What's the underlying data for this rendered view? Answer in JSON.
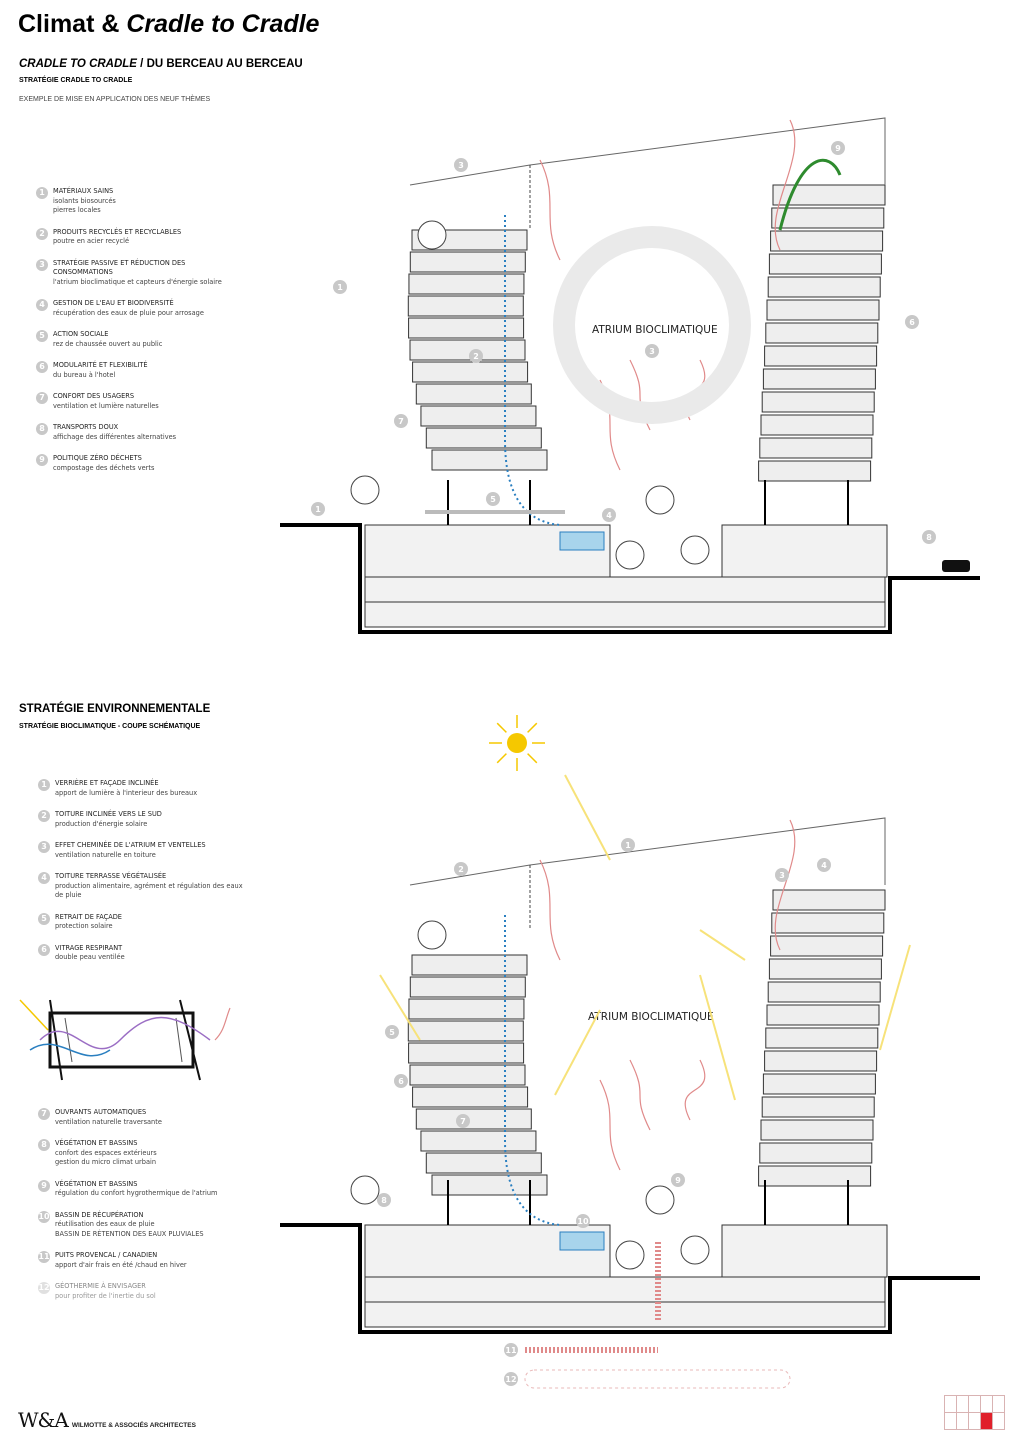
{
  "header": {
    "title_plain": "Climat &",
    "title_italic": "Cradle to Cradle",
    "subtitle_italic": "CRADLE TO CRADLE",
    "subtitle_rest": " / DU BERCEAU AU BERCEAU",
    "section1_label": "STRATÉGIE CRADLE TO CRADLE",
    "section1_note": "EXEMPLE DE MISE EN APPLICATION DES NEUF THÈMES"
  },
  "section1": {
    "legend": [
      {
        "n": "1",
        "title": "Matériaux sains",
        "desc": "isolants biosourcés\npierres locales"
      },
      {
        "n": "2",
        "title": "Produits recyclés et recyclables",
        "desc": "poutre en acier recyclé"
      },
      {
        "n": "3",
        "title": "Stratégie passive et réduction des consommations",
        "desc": "l'atrium bioclimatique et capteurs d'énergie solaire"
      },
      {
        "n": "4",
        "title": "Gestion de l'eau et biodiversité",
        "desc": "récupération des eaux de pluie pour arrosage"
      },
      {
        "n": "5",
        "title": "Action sociale",
        "desc": "rez de chaussée ouvert au public"
      },
      {
        "n": "6",
        "title": "Modularité et flexibilité",
        "desc": "du bureau à l'hotel"
      },
      {
        "n": "7",
        "title": "Confort des usagers",
        "desc": "ventilation et lumière naturelles"
      },
      {
        "n": "8",
        "title": "Transports doux",
        "desc": "affichage des différentes alternatives"
      },
      {
        "n": "9",
        "title": "Politique zéro déchets",
        "desc": "compostage des déchets verts"
      }
    ],
    "atrium_label": "ATRIUM BIOCLIMATIQUE"
  },
  "section2": {
    "title": "STRATÉGIE ENVIRONNEMENTALE",
    "subtitle": "STRATÉGIE BIOCLIMATIQUE - COUPE SCHÉMATIQUE",
    "legend_a": [
      {
        "n": "1",
        "title": "Verrière et façade inclinée",
        "desc": "apport de lumière à l'interieur des bureaux"
      },
      {
        "n": "2",
        "title": "Toiture inclinée vers le sud",
        "desc": "production d'énergie solaire"
      },
      {
        "n": "3",
        "title": "Effet cheminée de l'atrium et ventelles",
        "desc": "ventilation naturelle en toiture"
      },
      {
        "n": "4",
        "title": "Toiture terrasse végétalisée",
        "desc": "production alimentaire, agrément et régulation des eaux de pluie"
      },
      {
        "n": "5",
        "title": "Retrait de façade",
        "desc": "protection solaire"
      },
      {
        "n": "6",
        "title": "Vitrage respirant",
        "desc": "double peau ventilée"
      }
    ],
    "legend_b": [
      {
        "n": "7",
        "title": "Ouvrants automatiques",
        "desc": "ventilation naturelle traversante"
      },
      {
        "n": "8",
        "title": "Végétation et bassins",
        "desc": "confort des espaces extérieurs\ngestion du micro climat urbain"
      },
      {
        "n": "9",
        "title": "Végétation et bassins",
        "desc": "régulation du confort hygrothermique de l'atrium"
      },
      {
        "n": "10",
        "title": "Bassin de récupération",
        "desc": "réutilisation des eaux de pluie\nBASSIN DE RÉTENTION DES EAUX PLUVIALES"
      },
      {
        "n": "11",
        "title": "Puits provencal / canadien",
        "desc": "apport d'air frais en été /chaud en hiver"
      },
      {
        "n": "12",
        "title": "Géothermie à envisager",
        "desc": "pour profiter de l'inertie du sol"
      }
    ],
    "atrium_label": "ATRIUM BIOCLIMATIQUE"
  },
  "footer": {
    "logo_mark": "W&A",
    "firm_name": "WILMOTTE & ASSOCIÉS ARCHITECTES"
  },
  "colors": {
    "accent_red": "#e0202a",
    "sun": "#f5c800",
    "water": "#2a7fc0",
    "vegetation": "#2e8b2e",
    "airflow": "#e08a8a"
  }
}
